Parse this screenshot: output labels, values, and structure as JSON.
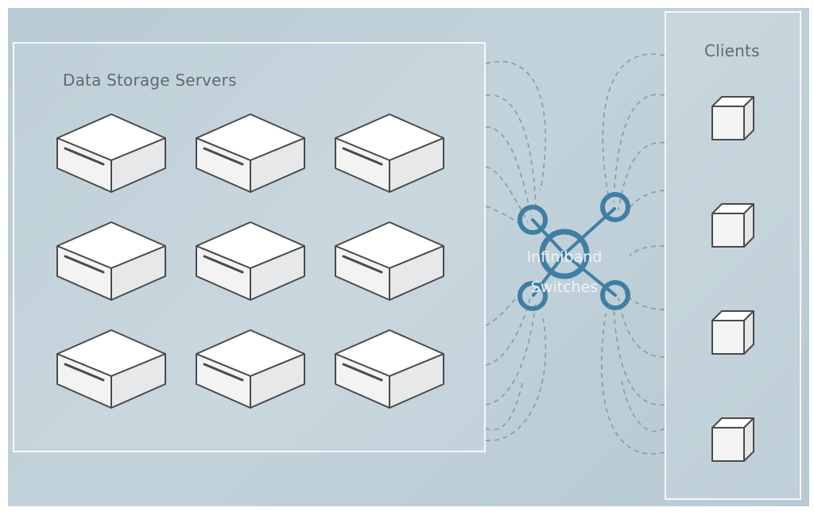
{
  "storage_panel": {
    "title": "Data Storage Servers",
    "server_count": 9
  },
  "clients_panel": {
    "title": "Clients",
    "client_count": 4
  },
  "switch": {
    "label_line1": "Infiniband",
    "label_line2": "Switches"
  },
  "colors": {
    "background": "#bccdd6",
    "panel_border": "#ffffff",
    "switch_blue": "#3f7fa3",
    "cable_dash": "#8a9ba4",
    "device_fill": "#ffffff",
    "device_stroke": "#4a4a4a"
  },
  "icons": [
    "server-icon",
    "client-cube-icon",
    "network-switch-icon"
  ]
}
